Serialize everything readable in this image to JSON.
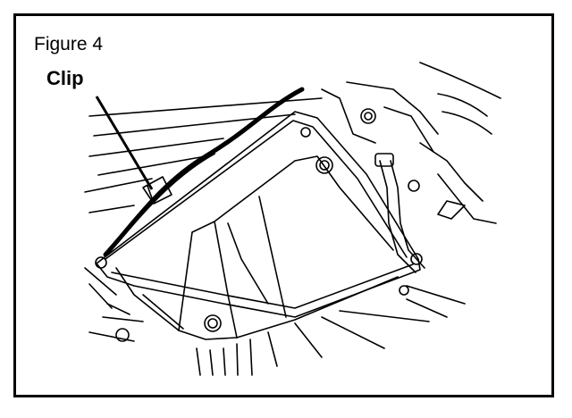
{
  "figure": {
    "label": "Figure 4",
    "callouts": [
      {
        "text": "Clip",
        "target": "clip"
      }
    ]
  }
}
